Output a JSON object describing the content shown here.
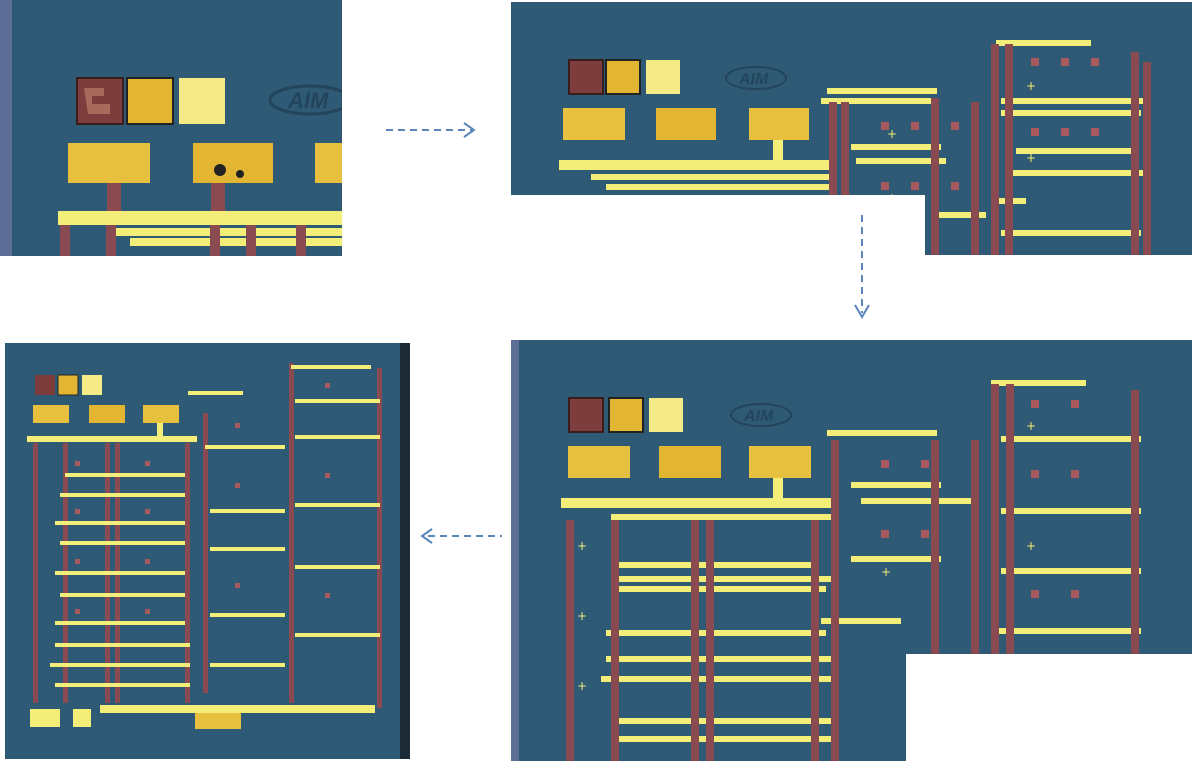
{
  "colors": {
    "background": "#ffffff",
    "die": "#2e5a76",
    "die_edge": "#5d6f96",
    "metal": "#f3ee7a",
    "metal_core": "#fff59a",
    "poly": "#8a4a52",
    "pad_gold": "#e2b632",
    "pad_dark": "#b58a12",
    "pad_pale": "#f4ea86",
    "logo_pad": "#7d3d3c",
    "arrow": "#5b86b9"
  },
  "logo_text": "AIM",
  "panels": [
    {
      "id": "stage-1",
      "description_name": "die-crop-top-left"
    },
    {
      "id": "stage-2",
      "description_name": "die-crop-top-right"
    },
    {
      "id": "stage-3",
      "description_name": "die-crop-bottom-right"
    },
    {
      "id": "stage-4",
      "description_name": "full-die-bottom-left"
    }
  ],
  "arrows": [
    {
      "from": "stage-1",
      "to": "stage-2",
      "direction": "right"
    },
    {
      "from": "stage-2",
      "to": "stage-3",
      "direction": "down"
    },
    {
      "from": "stage-3",
      "to": "stage-4",
      "direction": "left"
    }
  ]
}
